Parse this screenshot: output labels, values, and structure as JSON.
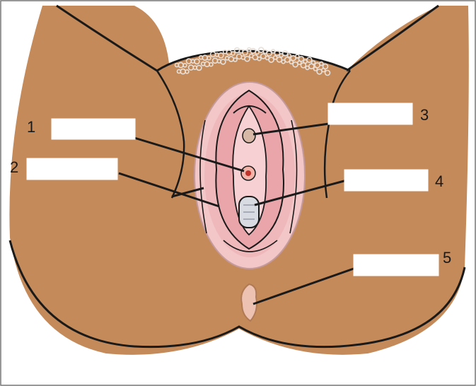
{
  "diagram": {
    "callouts": [
      {
        "number": "1",
        "label": ""
      },
      {
        "number": "2",
        "label": ""
      },
      {
        "number": "3",
        "label": ""
      },
      {
        "number": "4",
        "label": ""
      },
      {
        "number": "5",
        "label": ""
      }
    ]
  },
  "colors": {
    "skin": "#c48a5a",
    "pink_outer": "#f3c7c8",
    "pink_inner": "#e9a5aa",
    "outline": "#1a1a1a",
    "marker_red": "#c0332b",
    "label_box": "#ffffff"
  }
}
